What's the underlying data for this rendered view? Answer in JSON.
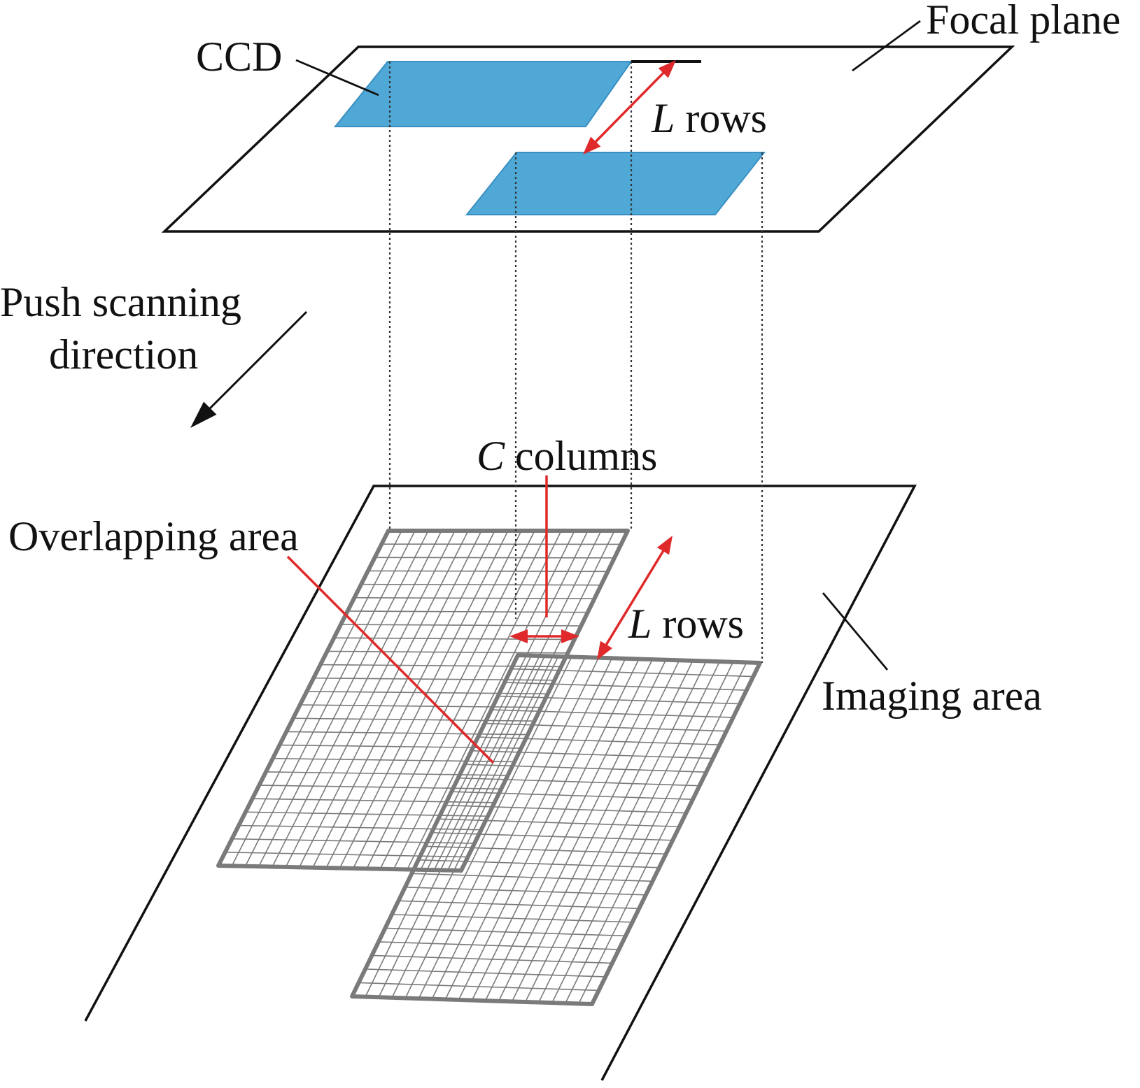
{
  "labels": {
    "focal_plane": "Focal plane",
    "ccd": "CCD",
    "top_rows_var": "L",
    "top_rows_word": " rows",
    "push_line1": "Push scanning",
    "push_line2": "direction",
    "columns_var": "C",
    "columns_word": " columns",
    "overlapping_area": "Overlapping area",
    "bottom_rows_var": "L",
    "bottom_rows_word": " rows",
    "imaging_area": "Imaging area"
  },
  "colors": {
    "ccd_fill": "#4fa8d6",
    "ccd_stroke": "#3a8fc2",
    "grid_stroke": "#7a7a7a",
    "red_arrow": "#e0292a",
    "ink": "#111111"
  },
  "grids": {
    "upper_left_cells": {
      "columns": 18,
      "rows": 25
    },
    "lower_right_cells": {
      "columns": 18,
      "rows": 25
    }
  }
}
